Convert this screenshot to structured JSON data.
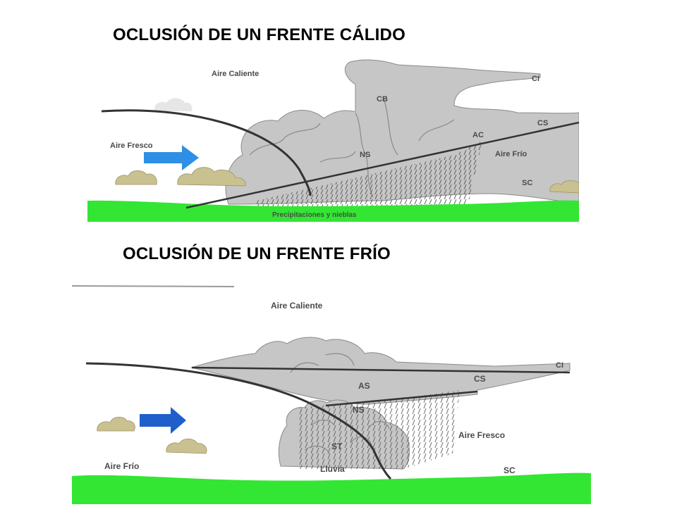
{
  "colors": {
    "ground": "#33e633",
    "cloud": "#c6c6c6",
    "cloud_edge": "#8a8a8a",
    "small_cloud": "#c9c18f",
    "arrow_warm_panel": "#2f8fe6",
    "arrow_cold_panel": "#1f5fcc",
    "front_line": "#333333"
  },
  "panels": [
    {
      "title": "OCLUSIÓN DE UN FRENTE CÁLIDO",
      "labels": {
        "aire_caliente": "Aire Caliente",
        "aire_fresco": "Aire Fresco",
        "aire_frio": "Aire Frío",
        "ci": "CI",
        "cb": "CB",
        "cs": "CS",
        "ac": "AC",
        "ns": "NS",
        "sc": "SC",
        "precip": "Precipitaciones y nieblas"
      },
      "arrow_icon": "arrow-right-icon"
    },
    {
      "title": "OCLUSIÓN DE UN FRENTE FRÍO",
      "labels": {
        "aire_caliente": "Aire Caliente",
        "ci": "CI",
        "as": "AS",
        "cs": "CS",
        "ns": "NS",
        "st": "ST",
        "aire_fresco": "Aire Fresco",
        "aire_frio": "Aire Frío",
        "lluvia": "Lluvia",
        "sc": "SC"
      },
      "arrow_icon": "arrow-right-icon"
    }
  ]
}
